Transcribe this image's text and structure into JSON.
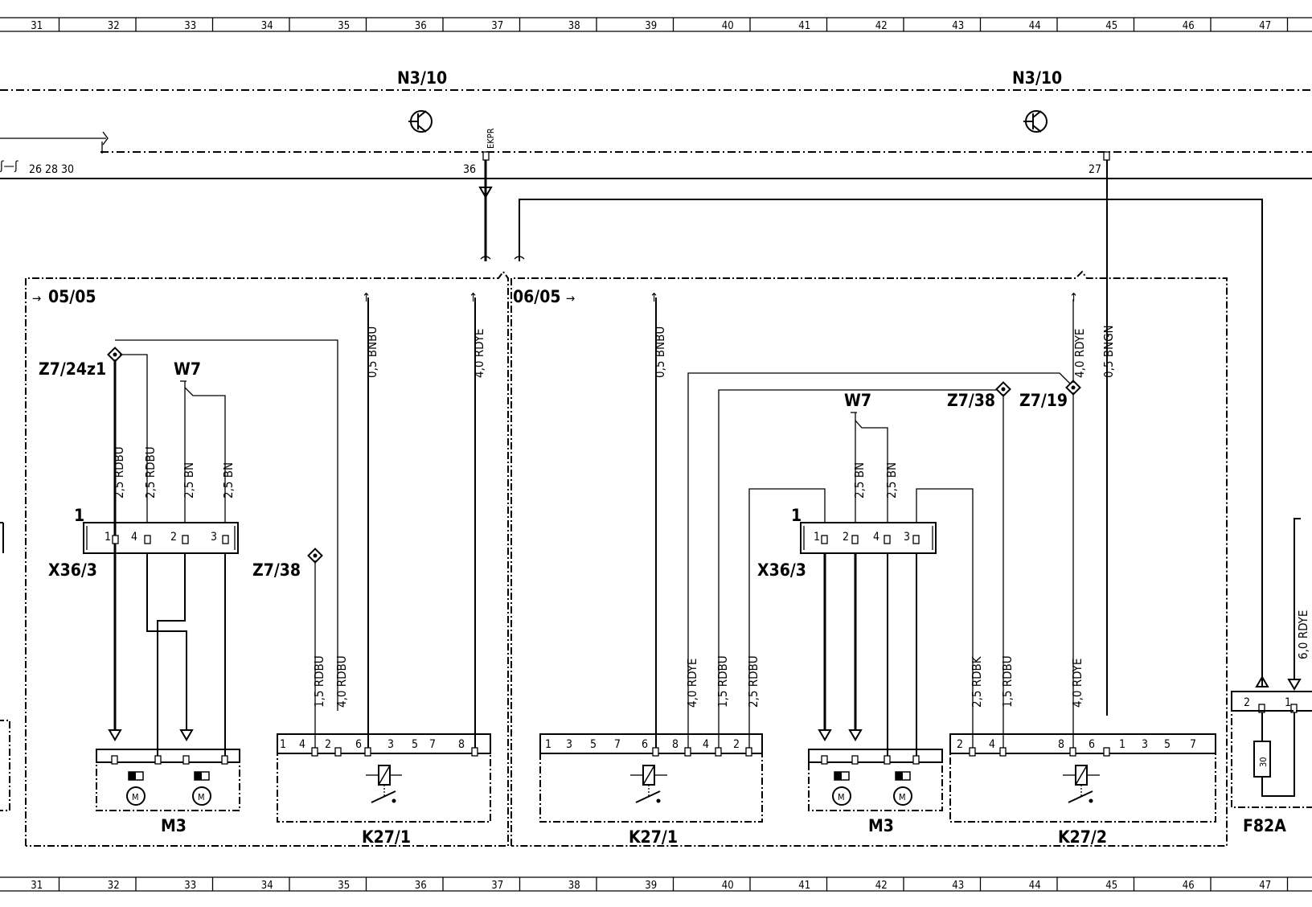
{
  "ruler": {
    "columns": [
      "31",
      "32",
      "33",
      "34",
      "35",
      "36",
      "37",
      "38",
      "39",
      "40",
      "41",
      "42",
      "43",
      "44",
      "45",
      "46",
      "47"
    ]
  },
  "bus": {
    "n3_left_label": "N3/10",
    "n3_right_label": "N3/10",
    "pins_left": "26  28  30",
    "pin_36": "36",
    "pin_27": "27",
    "ekpr_label": "EKPR"
  },
  "left_group": {
    "ref": "05/05",
    "z7_top": "Z7/24z1",
    "w7": "W7",
    "z7_mid": "Z7/38",
    "connector": "X36/3",
    "connector_index": "1",
    "connector_pins": [
      "1",
      "4",
      "2",
      "3"
    ],
    "wires_top": [
      "2,5 RDBU",
      "2,5 RDBU",
      "2,5 BN",
      "2,5 BN"
    ],
    "wire_upper_1": "0,5 BNBU",
    "wire_upper_2": "4,0 RDYE",
    "wire_lower_1": "1,5 RDBU",
    "wire_lower_2": "4,0 RDBU",
    "relay_pins": [
      "1",
      "4",
      "2",
      "6",
      "3",
      "5",
      "7",
      "8"
    ],
    "motor": "M3",
    "relay": "K27/1"
  },
  "right_group": {
    "ref": "06/05",
    "w7": "W7",
    "z7_a": "Z7/38",
    "z7_b": "Z7/19",
    "connector": "X36/3",
    "connector_index": "1",
    "connector_pins": [
      "1",
      "2",
      "4",
      "3"
    ],
    "wires_w7": [
      "2,5 BN",
      "2,5 BN"
    ],
    "wire_upper_1": "0,5 BNBU",
    "wire_upper_2": "4,0 RDYE",
    "wire_upper_3": "0,5 BNGN",
    "wires_lower_left": [
      "4,0 RDYE",
      "1,5 RDBU",
      "2,5 RDBU"
    ],
    "wires_lower_right": [
      "2,5 RDBK",
      "1,5 RDBU",
      "4,0 RDYE"
    ],
    "relay1_pins": [
      "1",
      "3",
      "5",
      "7",
      "6",
      "8",
      "4",
      "2"
    ],
    "relay2_pins": [
      "2",
      "4",
      "8",
      "6",
      "1",
      "3",
      "5",
      "7"
    ],
    "motor": "M3",
    "relay1": "K27/1",
    "relay2": "K27/2"
  },
  "fuse_box": {
    "label": "F82A",
    "fuse_value": "30",
    "wire": "6,0 RDYE",
    "pins": [
      "2",
      "1"
    ]
  }
}
